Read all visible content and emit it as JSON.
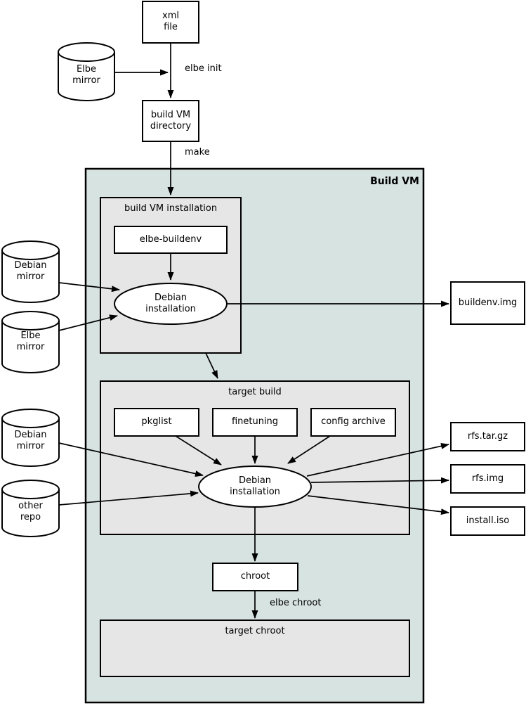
{
  "colors": {
    "vm-bg": "#d7e3e1",
    "group-bg": "#e6e6e6",
    "node-bg": "#ffffff",
    "line": "#000000",
    "page-bg": "#ffffff"
  },
  "diagram": {
    "container_title": "Build VM",
    "nodes": {
      "xml_file": "xml\nfile",
      "elbe_mirror_top": "Elbe\nmirror",
      "build_vm_directory": "build VM\ndirectory",
      "build_vm_installation": "build VM installation",
      "elbe_buildenv": "elbe-buildenv",
      "debian_installation_top": "Debian\ninstallation",
      "debian_mirror_mid": "Debian\nmirror",
      "elbe_mirror_mid": "Elbe\nmirror",
      "buildenv_img": "buildenv.img",
      "target_build": "target build",
      "pkglist": "pkglist",
      "finetuning": "finetuning",
      "config_archive": "config archive",
      "debian_mirror_low": "Debian\nmirror",
      "other_repo": "other\nrepo",
      "debian_installation_target": "Debian\ninstallation",
      "rfs_tar_gz": "rfs.tar.gz",
      "rfs_img": "rfs.img",
      "install_iso": "install.iso",
      "chroot": "chroot",
      "target_chroot": "target chroot"
    },
    "edge_labels": {
      "elbe_init": "elbe init",
      "make": "make",
      "elbe_chroot": "elbe chroot"
    }
  }
}
